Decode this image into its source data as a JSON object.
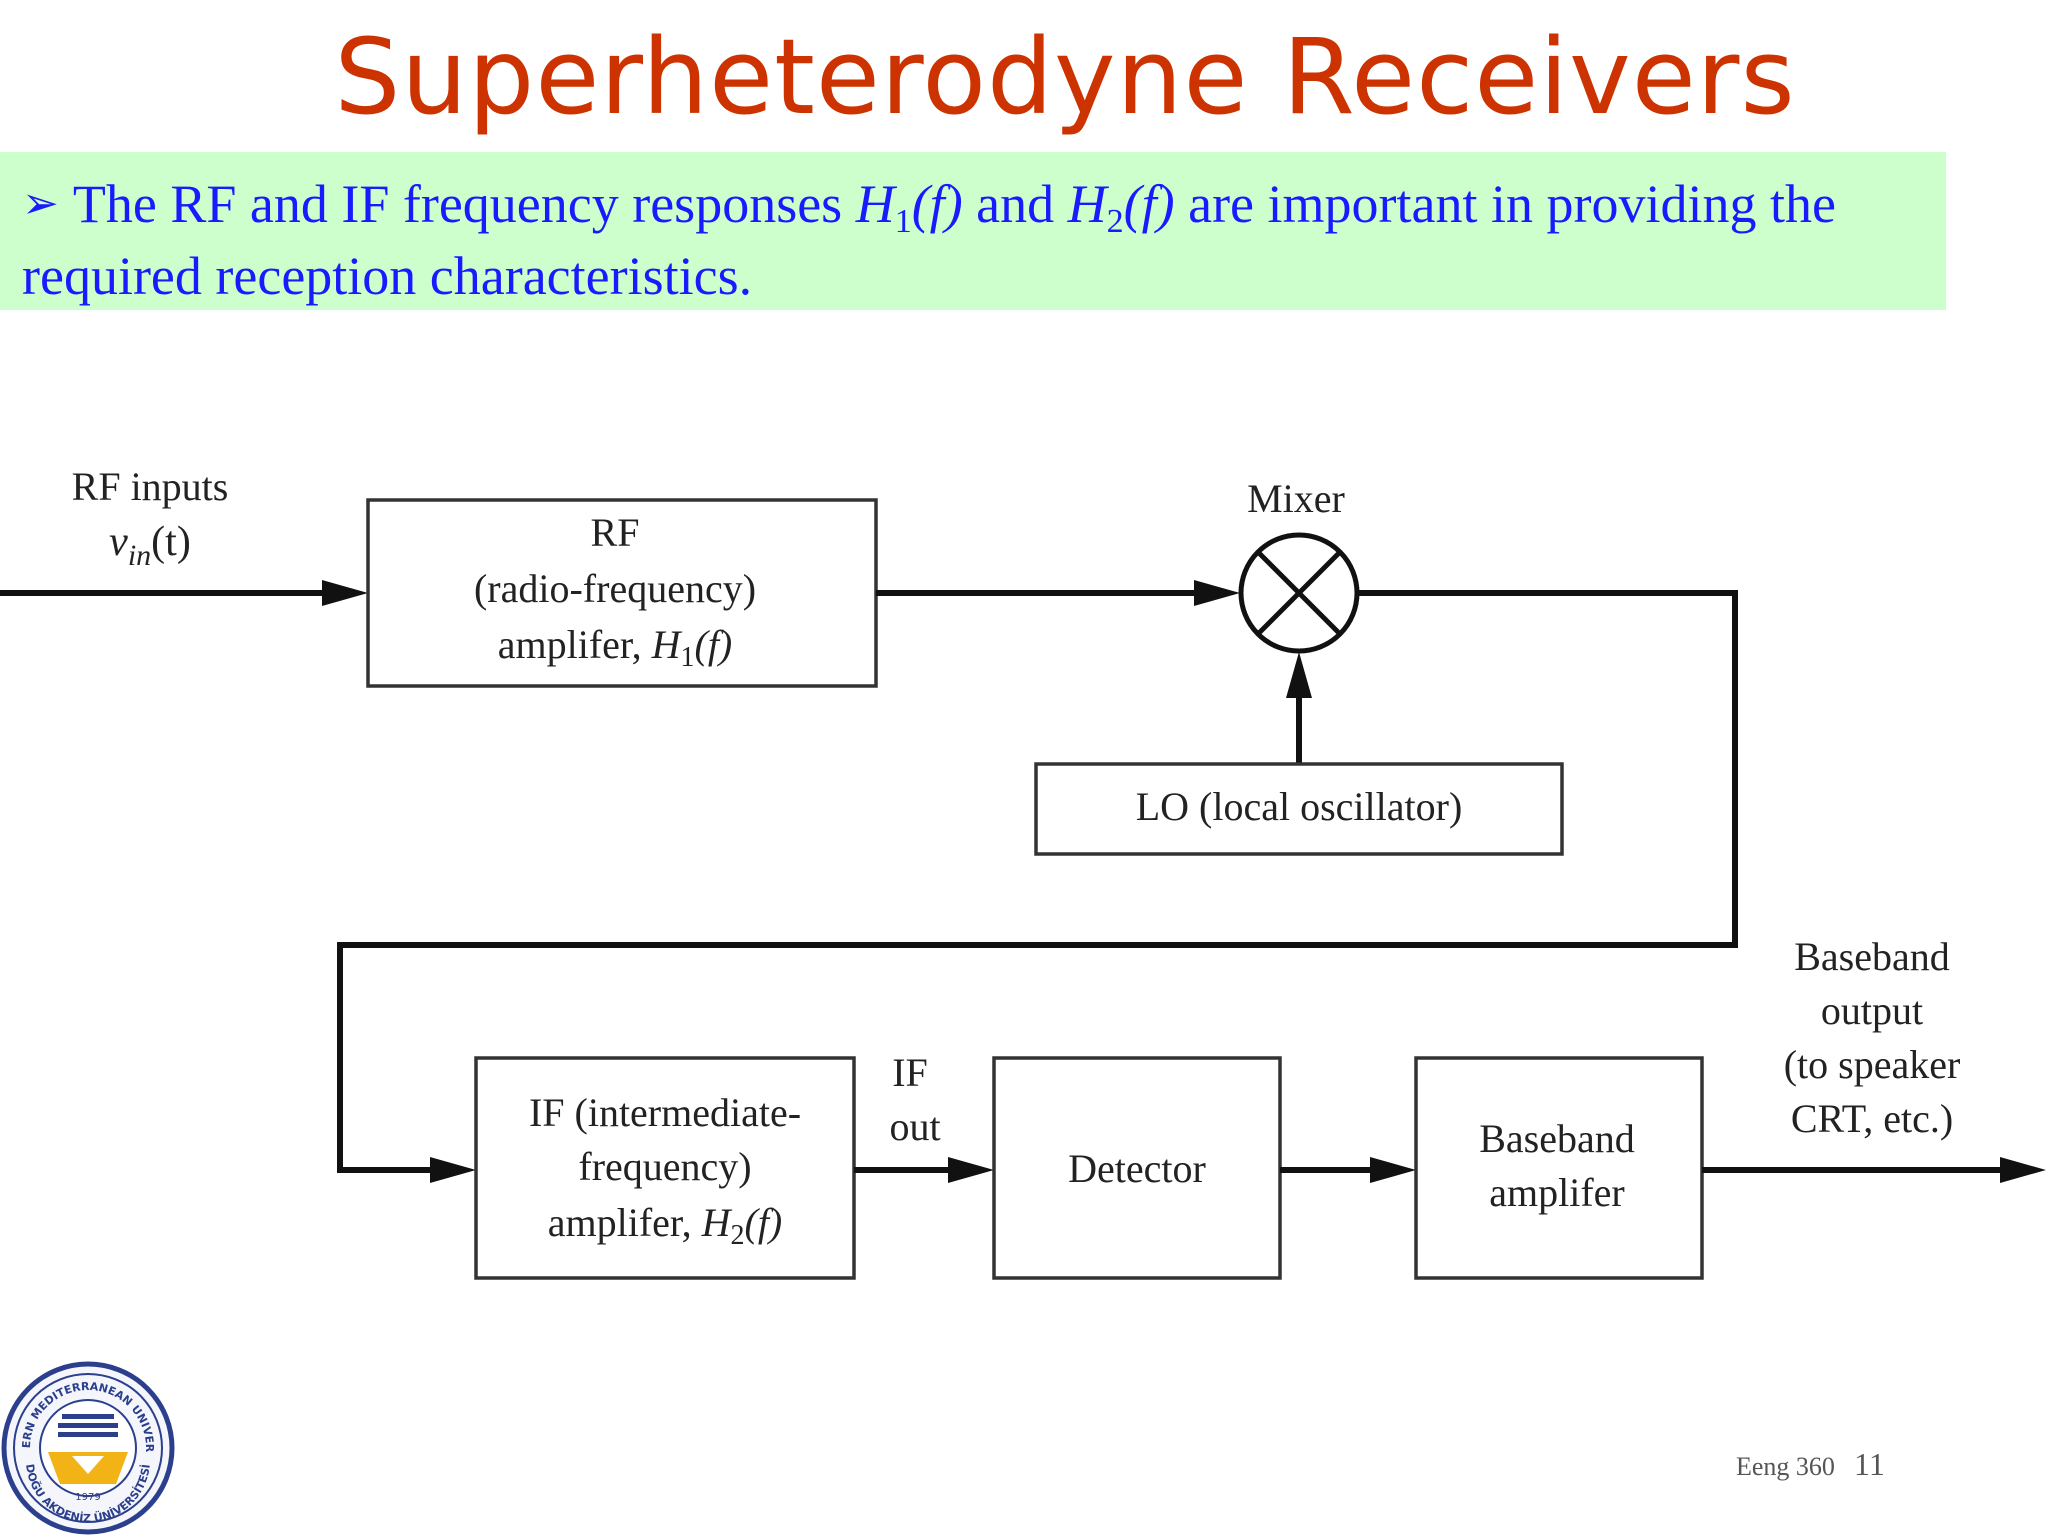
{
  "slide": {
    "title": "Superheterodyne Receivers",
    "bullet": {
      "part1": "The RF and IF frequency responses ",
      "h1": "H",
      "h1_sub": "1",
      "f1": "(f)",
      "and": " and ",
      "h2": "H",
      "h2_sub": "2",
      "f2": "(f)",
      "part2": " are important in providing the required reception characteristics."
    }
  },
  "diagram": {
    "input_label": "RF inputs",
    "input_signal": {
      "v": "v",
      "sub": "in",
      "arg": "(t)"
    },
    "rf_block": {
      "line1": "RF",
      "line2": "(radio-frequency)",
      "line3": "amplifer, ",
      "h": "H",
      "h_sub": "1",
      "arg": "(f)"
    },
    "mixer_label": "Mixer",
    "lo_block": "LO (local oscillator)",
    "if_block": {
      "line1": "IF (intermediate-",
      "line2": "frequency)",
      "line3": "amplifer, ",
      "h": "H",
      "h_sub": "2",
      "arg": "(f)"
    },
    "if_out_label": {
      "line1": "IF",
      "line2": "out"
    },
    "detector_block": "Detector",
    "baseband_block": {
      "line1": "Baseband",
      "line2": "amplifer"
    },
    "output_label": {
      "line1": "Baseband",
      "line2": "output",
      "line3": "(to speaker",
      "line4": "CRT, etc.)"
    }
  },
  "logo": {
    "text_top": "EASTERN MEDITERRANEAN UNIVERSITY",
    "text_bottom": "DOĞU AKDENİZ ÜNİVERSİTESİ",
    "year": "1979"
  },
  "footer": {
    "course": "Eeng 360",
    "page": "11"
  }
}
